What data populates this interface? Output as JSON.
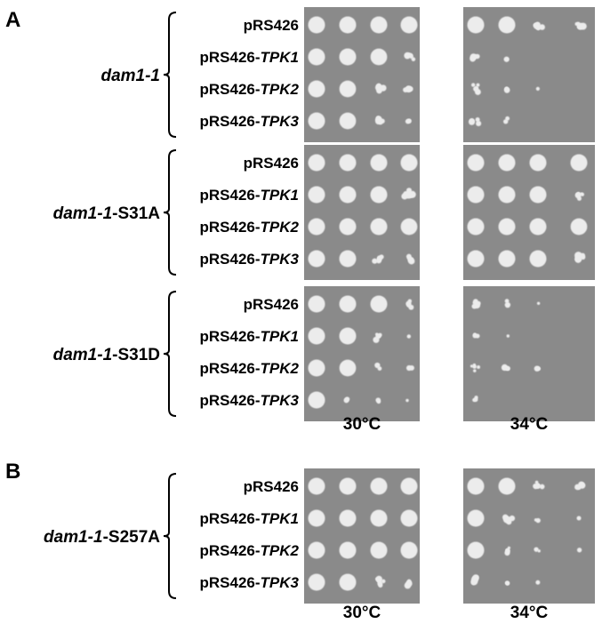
{
  "panels": [
    {
      "letter": "A",
      "groups": [
        {
          "strain": "dam1-1",
          "strain_italic": "dam1-1",
          "strain_suffix": "",
          "rows": [
            {
              "prefix": "pRS426",
              "gene": "",
              "growth_30": [
                1,
                1,
                1,
                1
              ],
              "growth_34": [
                1,
                1,
                0.8,
                0.6
              ]
            },
            {
              "prefix": "pRS426-",
              "gene": "TPK1",
              "growth_30": [
                1,
                1,
                0.9,
                0.8
              ],
              "growth_34": [
                0.7,
                0.3,
                0,
                0
              ]
            },
            {
              "prefix": "pRS426-",
              "gene": "TPK2",
              "growth_30": [
                1,
                0.9,
                0.6,
                0.5
              ],
              "growth_34": [
                0.7,
                0.5,
                0.05,
                0
              ]
            },
            {
              "prefix": "pRS426-",
              "gene": "TPK3",
              "growth_30": [
                1,
                0.9,
                0.6,
                0.4
              ],
              "growth_34": [
                0.5,
                0.2,
                0,
                0
              ]
            }
          ]
        },
        {
          "strain": "dam1-1-S31A",
          "strain_italic": "dam1-1",
          "strain_suffix": "-S31A",
          "rows": [
            {
              "prefix": "pRS426",
              "gene": "",
              "growth_30": [
                1,
                1,
                1,
                1
              ],
              "growth_34": [
                1,
                1,
                1,
                1
              ]
            },
            {
              "prefix": "pRS426-",
              "gene": "TPK1",
              "growth_30": [
                1,
                1,
                1,
                0.8
              ],
              "growth_34": [
                1,
                1,
                1,
                0.8
              ]
            },
            {
              "prefix": "pRS426-",
              "gene": "TPK2",
              "growth_30": [
                1,
                1,
                1,
                0.9
              ],
              "growth_34": [
                1,
                1,
                1,
                0.9
              ]
            },
            {
              "prefix": "pRS426-",
              "gene": "TPK3",
              "growth_30": [
                1,
                1,
                0.7,
                0.6
              ],
              "growth_34": [
                1,
                1,
                1,
                0.8
              ]
            }
          ]
        },
        {
          "strain": "dam1-1-S31D",
          "strain_italic": "dam1-1",
          "strain_suffix": "-S31D",
          "rows": [
            {
              "prefix": "pRS426",
              "gene": "",
              "growth_30": [
                1,
                1,
                1,
                0.5
              ],
              "growth_34": [
                0.6,
                0.3,
                0.05,
                0
              ]
            },
            {
              "prefix": "pRS426-",
              "gene": "TPK1",
              "growth_30": [
                1,
                1,
                0.6,
                0.05
              ],
              "growth_34": [
                0.4,
                0.05,
                0,
                0
              ]
            },
            {
              "prefix": "pRS426-",
              "gene": "TPK2",
              "growth_30": [
                1,
                0.9,
                0.3,
                0.3
              ],
              "growth_34": [
                0.6,
                0.5,
                0.4,
                0
              ]
            },
            {
              "prefix": "pRS426-",
              "gene": "TPK3",
              "growth_30": [
                1,
                0.2,
                0.2,
                0.1
              ],
              "growth_34": [
                0.4,
                0,
                0,
                0
              ]
            }
          ]
        }
      ],
      "temperatures": [
        "30°C",
        "34°C"
      ]
    },
    {
      "letter": "B",
      "groups": [
        {
          "strain": "dam1-1-S257A",
          "strain_italic": "dam1-1",
          "strain_suffix": "-S257A",
          "rows": [
            {
              "prefix": "pRS426",
              "gene": "",
              "growth_30": [
                1,
                1,
                1,
                1
              ],
              "growth_34": [
                1,
                1,
                0.8,
                0.5
              ]
            },
            {
              "prefix": "pRS426-",
              "gene": "TPK1",
              "growth_30": [
                1,
                1,
                1,
                1
              ],
              "growth_34": [
                1,
                0.7,
                0.3,
                0.05
              ]
            },
            {
              "prefix": "pRS426-",
              "gene": "TPK2",
              "growth_30": [
                1,
                1,
                1,
                1
              ],
              "growth_34": [
                1,
                0.6,
                0.2,
                0.05
              ]
            },
            {
              "prefix": "pRS426-",
              "gene": "TPK3",
              "growth_30": [
                1,
                1,
                0.8,
                0.5
              ],
              "growth_34": [
                0.8,
                0.4,
                0.1,
                0
              ]
            }
          ]
        }
      ],
      "temperatures": [
        "30°C",
        "34°C"
      ]
    }
  ],
  "colors": {
    "plate": "#8a8a8a",
    "colony": "#ececec",
    "text": "#000000"
  }
}
